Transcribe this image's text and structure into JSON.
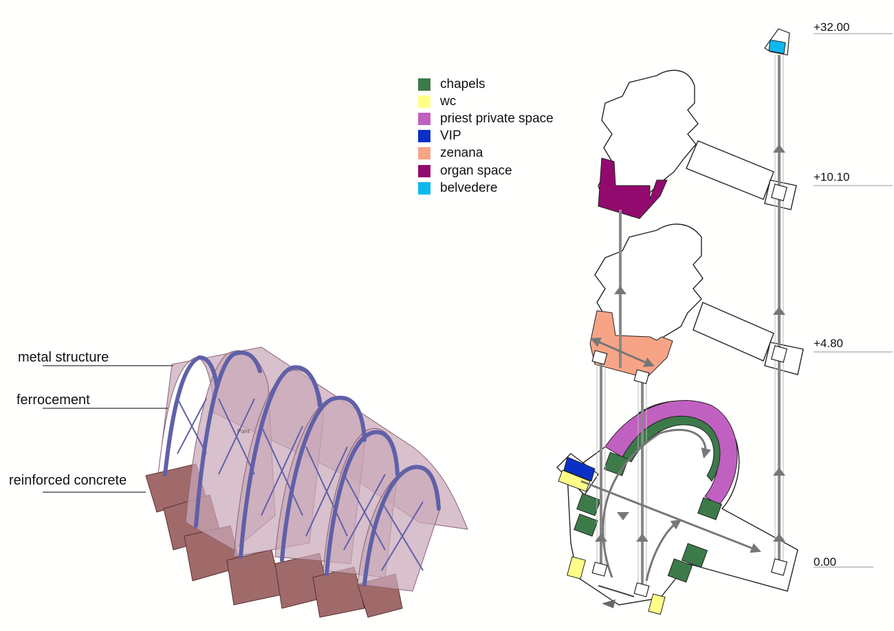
{
  "legend": [
    {
      "label": "chapels",
      "color": "#3d7a4a"
    },
    {
      "label": "wc",
      "color": "#ffff88"
    },
    {
      "label": "priest private space",
      "color": "#c060c0"
    },
    {
      "label": "VIP",
      "color": "#0a30c8"
    },
    {
      "label": "zenana",
      "color": "#f7a486"
    },
    {
      "label": "organ space",
      "color": "#930a6e"
    },
    {
      "label": "belvedere",
      "color": "#0cb9ee"
    }
  ],
  "material_labels": {
    "metal": "metal structure",
    "ferro": "ferrocement",
    "concrete": "reinforced concrete"
  },
  "levels": {
    "l32": "+32.00",
    "l10": "+10.10",
    "l4": "+4.80",
    "l0": "0.00"
  },
  "model_note": "Point"
}
